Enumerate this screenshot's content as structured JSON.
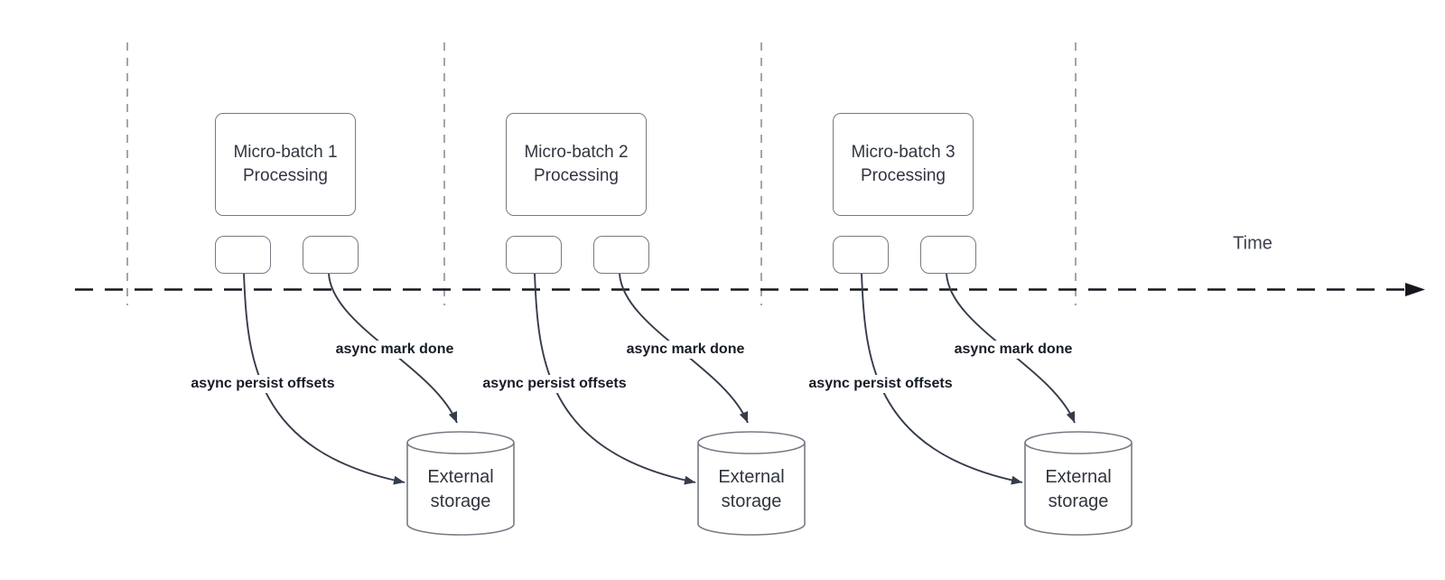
{
  "time_label": "Time",
  "groups": [
    {
      "title_line1": "Micro-batch 1",
      "title_line2": "Processing",
      "persist_label": "async persist offsets",
      "done_label": "async mark done",
      "storage_line1": "External",
      "storage_line2": "storage"
    },
    {
      "title_line1": "Micro-batch 2",
      "title_line2": "Processing",
      "persist_label": "async persist offsets",
      "done_label": "async mark done",
      "storage_line1": "External",
      "storage_line2": "storage"
    },
    {
      "title_line1": "Micro-batch 3",
      "title_line2": "Processing",
      "persist_label": "async persist offsets",
      "done_label": "async mark done",
      "storage_line1": "External",
      "storage_line2": "storage"
    }
  ],
  "colors": {
    "background": "#ffffff",
    "flow_stroke": "#353c4a",
    "timeline_stroke": "#15171c",
    "guide_stroke": "#a3a6ab",
    "node_border": "#757b84",
    "node_text": "#30353f",
    "label_text": "#161b26",
    "time_text": "#3c414b"
  }
}
